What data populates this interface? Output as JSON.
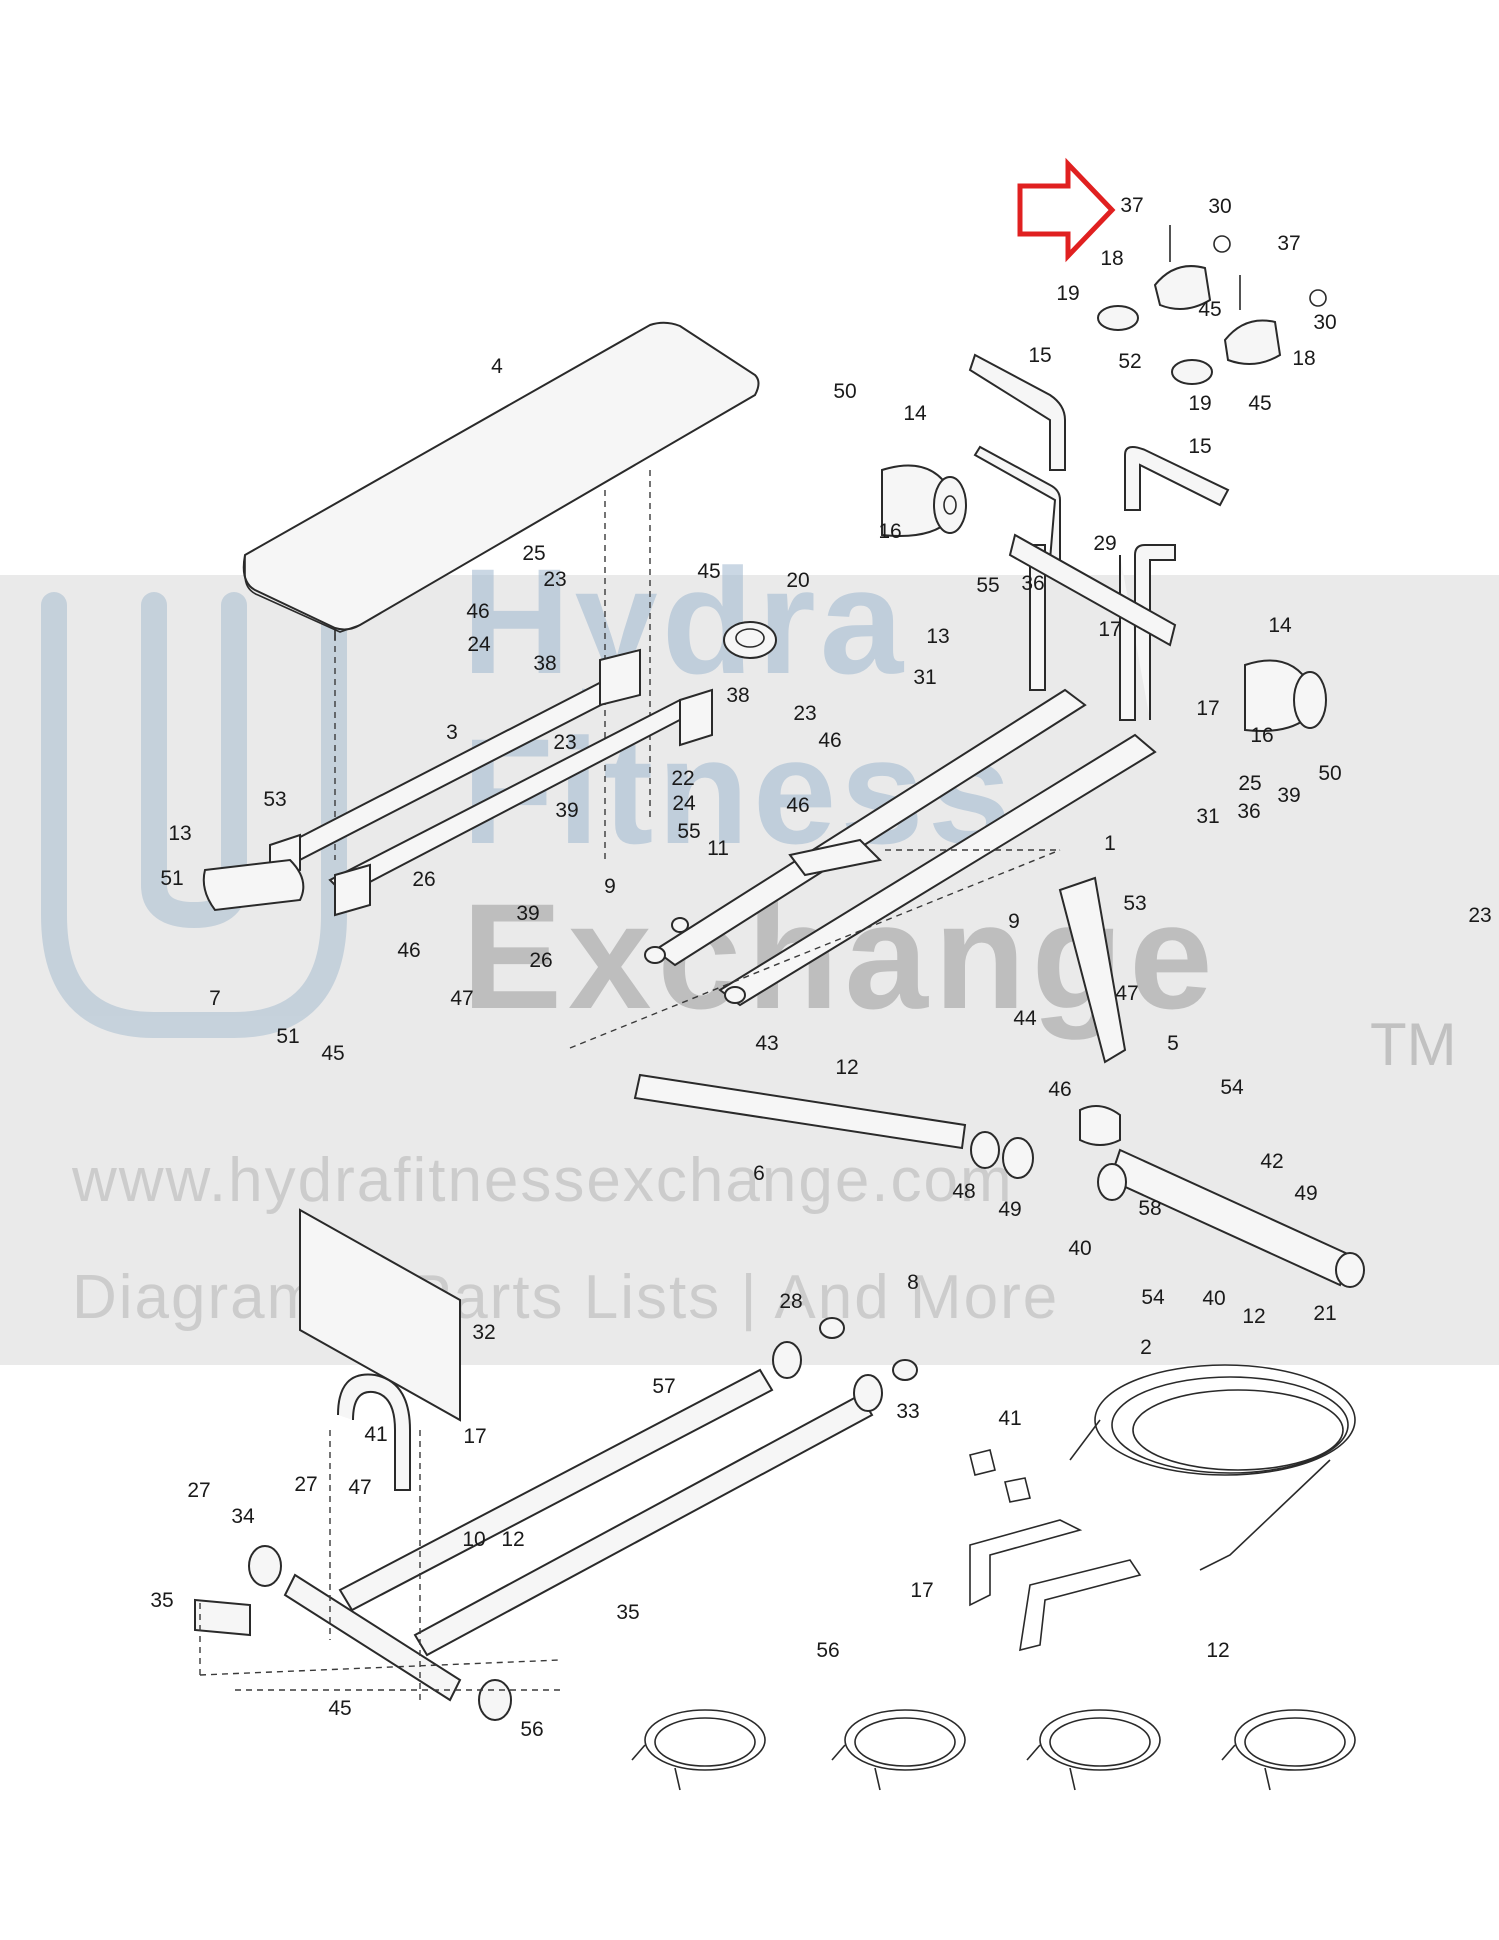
{
  "watermark": {
    "brand_line1": "Hydra",
    "brand_line2": "Fitness",
    "brand_line3": "Exchange",
    "trademark": "TM",
    "url": "www.hydrafitnessexchange.com",
    "tagline": "Diagrams | Parts Lists | And More"
  },
  "highlight": {
    "arrow_color": "#e02020"
  },
  "callouts": [
    "37",
    "30",
    "18",
    "37",
    "19",
    "45",
    "30",
    "52",
    "18",
    "19",
    "45",
    "15",
    "50",
    "14",
    "15",
    "4",
    "16",
    "29",
    "25",
    "45",
    "20",
    "23",
    "46",
    "24",
    "38",
    "55",
    "36",
    "13",
    "17",
    "31",
    "14",
    "3",
    "38",
    "23",
    "46",
    "17",
    "16",
    "22",
    "23",
    "46",
    "24",
    "25",
    "39",
    "39",
    "55",
    "36",
    "50",
    "53",
    "26",
    "13",
    "31",
    "1",
    "11",
    "51",
    "9",
    "9",
    "53",
    "23",
    "39",
    "46",
    "26",
    "47",
    "7",
    "47",
    "51",
    "45",
    "44",
    "43",
    "5",
    "12",
    "46",
    "54",
    "42",
    "6",
    "49",
    "48",
    "49",
    "58",
    "40",
    "54",
    "40",
    "12",
    "21",
    "28",
    "8",
    "32",
    "2",
    "57",
    "33",
    "41",
    "41",
    "17",
    "27",
    "47",
    "12",
    "27",
    "34",
    "10",
    "17",
    "35",
    "35",
    "56",
    "12",
    "45",
    "56"
  ]
}
